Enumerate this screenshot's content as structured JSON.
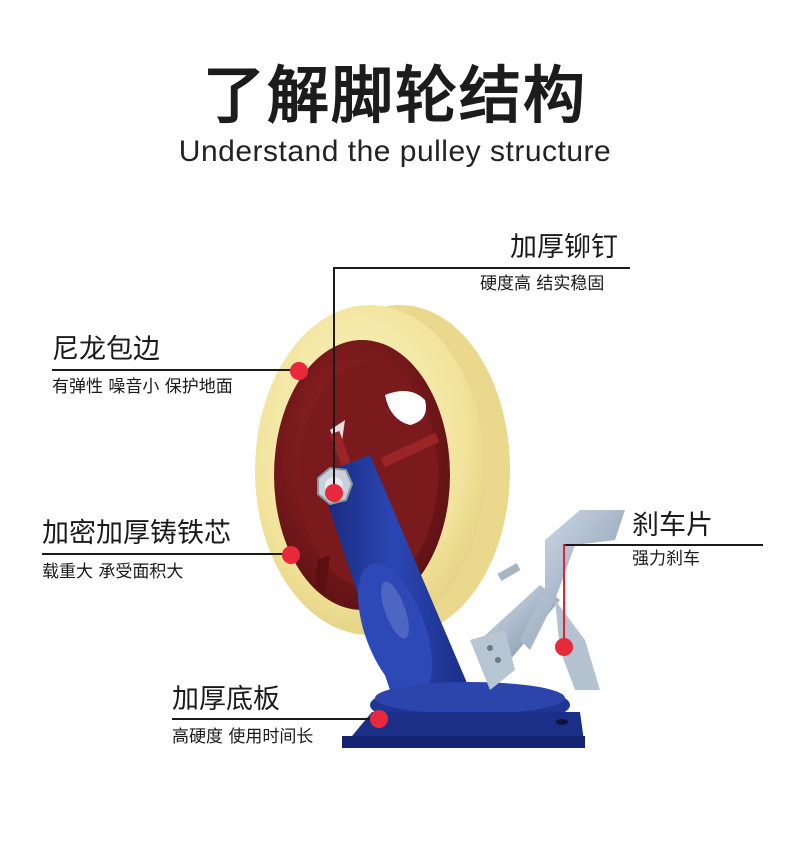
{
  "header": {
    "title": "了解脚轮结构",
    "subtitle": "Understand the pulley structure"
  },
  "product": {
    "description": "Heavy duty caster wheel with nylon tread, red cast iron core, blue swivel bracket, and brake",
    "colors": {
      "nylon_tread": "#f3e7a8",
      "iron_core": "#8a1c1e",
      "bracket": "#213a9a",
      "brake_steel": "#a9b7c6",
      "callout_dot": "#e8293c",
      "callout_line": "#1a1a1a"
    }
  },
  "callouts": [
    {
      "id": "rivet",
      "title": "加厚铆钉",
      "desc": "硬度高 结实稳固"
    },
    {
      "id": "nylon",
      "title": "尼龙包边",
      "desc": "有弹性 噪音小 保护地面"
    },
    {
      "id": "core",
      "title": "加密加厚铸铁芯",
      "desc": "载重大 承受面积大"
    },
    {
      "id": "brake",
      "title": "刹车片",
      "desc": "强力刹车"
    },
    {
      "id": "base",
      "title": "加厚底板",
      "desc": "高硬度 使用时间长"
    }
  ]
}
